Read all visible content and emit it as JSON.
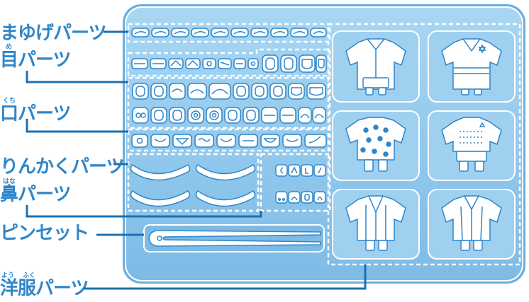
{
  "labels": {
    "eyebrow": "まゆげパーツ",
    "eye": "目パーツ",
    "eye_furigana": "め",
    "mouth": "口パーツ",
    "mouth_furigana": "くち",
    "outline": "りんかくパーツ",
    "nose": "鼻パーツ",
    "nose_furigana": "はな",
    "tweezers": "ピンセット",
    "clothes": "洋服パーツ",
    "clothes_furigana_1": "よう",
    "clothes_furigana_2": "ふく"
  },
  "colors": {
    "accent": "#2f86c9",
    "tray_fill": "#8ec6ec",
    "tray_light": "#b9dff6",
    "line_white": "#ffffff",
    "callout": "#1d6fb1"
  },
  "icons": [
    "tray",
    "eyebrow-piece",
    "eye-piece",
    "mouth-piece",
    "outline-piece",
    "nose-piece",
    "tweezers",
    "outfit-piece"
  ]
}
